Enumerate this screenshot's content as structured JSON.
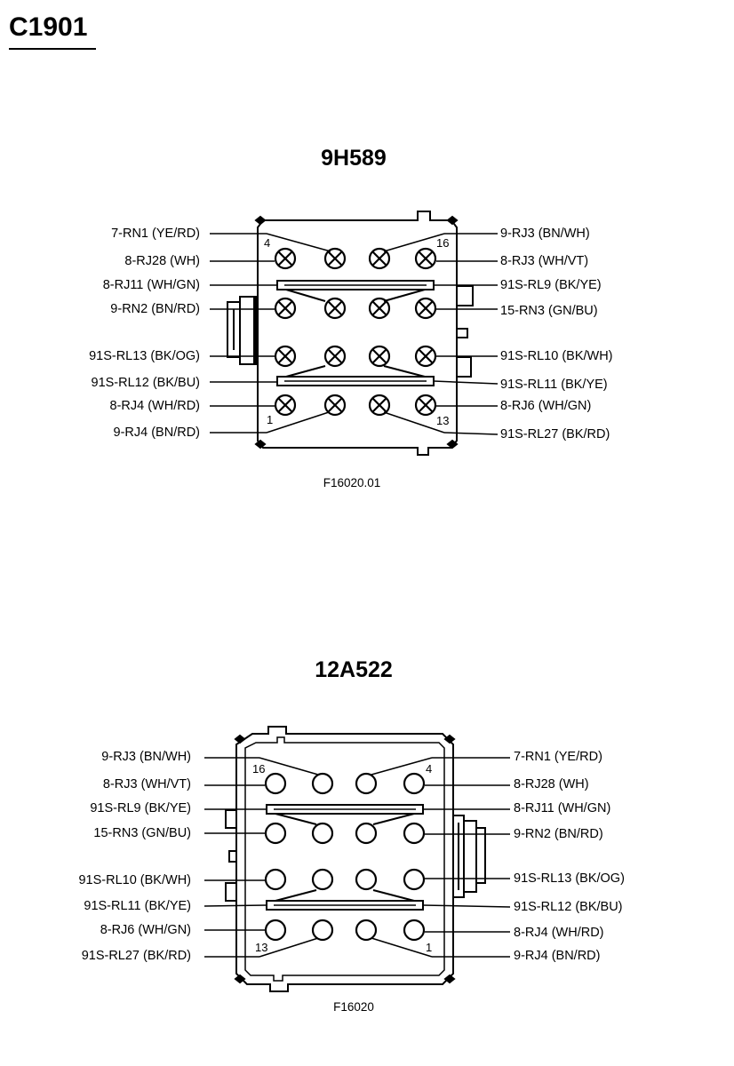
{
  "page_title": "C1901",
  "connectors": [
    {
      "name": "9H589",
      "figure_id": "F16020.01",
      "pin_numbers": {
        "top_left": "4",
        "top_right": "16",
        "bottom_left": "1",
        "bottom_right": "13"
      },
      "left_labels": [
        "7-RN1 (YE/RD)",
        "8-RJ28 (WH)",
        "8-RJ11 (WH/GN)",
        "9-RN2 (BN/RD)",
        "91S-RL13 (BK/OG)",
        "91S-RL12 (BK/BU)",
        "8-RJ4 (WH/RD)",
        "9-RJ4 (BN/RD)"
      ],
      "right_labels": [
        "9-RJ3 (BN/WH)",
        "8-RJ3 (WH/VT)",
        "91S-RL9 (BK/YE)",
        "15-RN3 (GN/BU)",
        "91S-RL10 (BK/WH)",
        "91S-RL11 (BK/YE)",
        "8-RJ6 (WH/GN)",
        "91S-RL27 (BK/RD)"
      ]
    },
    {
      "name": "12A522",
      "figure_id": "F16020",
      "pin_numbers": {
        "top_left": "16",
        "top_right": "4",
        "bottom_left": "13",
        "bottom_right": "1"
      },
      "left_labels": [
        "9-RJ3 (BN/WH)",
        "8-RJ3 (WH/VT)",
        "91S-RL9 (BK/YE)",
        "15-RN3 (GN/BU)",
        "91S-RL10 (BK/WH)",
        "91S-RL11 (BK/YE)",
        "8-RJ6 (WH/GN)",
        "91S-RL27 (BK/RD)"
      ],
      "right_labels": [
        "7-RN1 (YE/RD)",
        "8-RJ28 (WH)",
        "8-RJ11 (WH/GN)",
        "9-RN2 (BN/RD)",
        "91S-RL13 (BK/OG)",
        "91S-RL12 (BK/BU)",
        "8-RJ4 (WH/RD)",
        "9-RJ4 (BN/RD)"
      ]
    }
  ]
}
